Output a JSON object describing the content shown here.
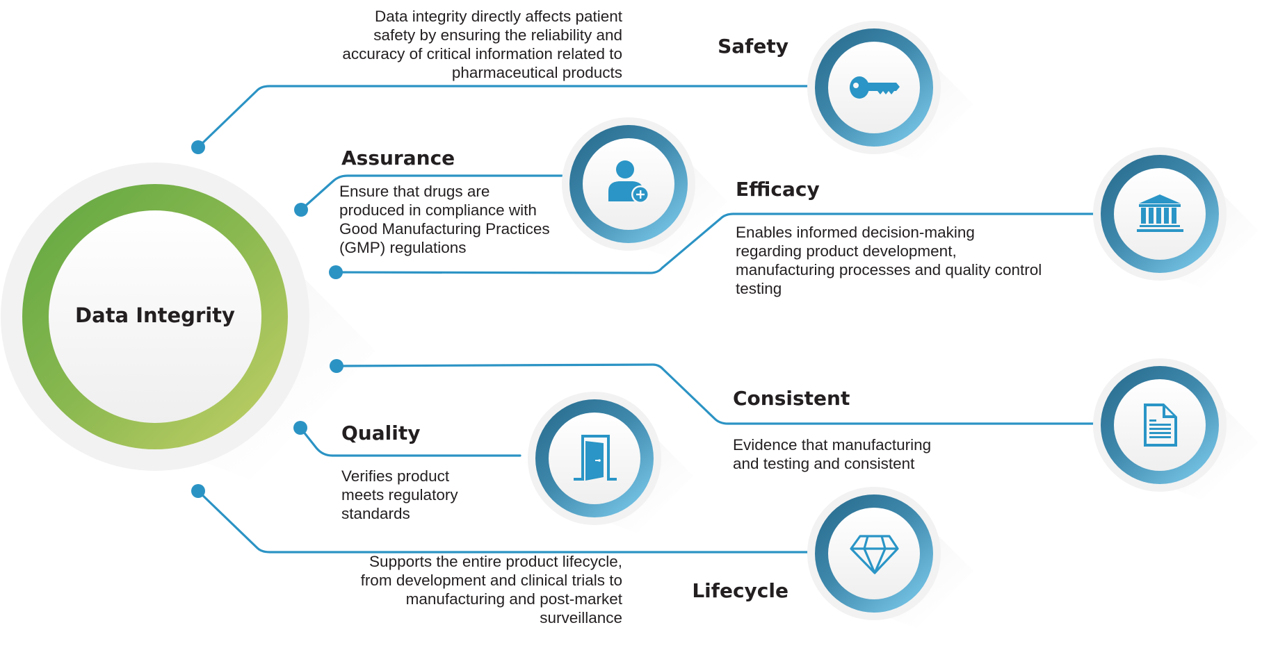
{
  "center": {
    "label": "Data Integrity"
  },
  "colors": {
    "connector": "#2b93c4",
    "icon": "#2a95c6",
    "ring_dark": "#2c7496",
    "ring_light": "#6fbde0",
    "center_ring_dark": "#5ea640",
    "center_ring_light": "#c3cf66",
    "halo": "#f2f2f2",
    "text": "#231f20"
  },
  "nodes": [
    {
      "id": "safety",
      "title": "Safety",
      "icon": "key-icon",
      "description": [
        "Data integrity directly affects patient",
        "safety by ensuring the reliability and",
        "accuracy of critical information related to",
        "pharmaceutical products"
      ]
    },
    {
      "id": "assurance",
      "title": "Assurance",
      "icon": "user-add-icon",
      "description": [
        "Ensure that drugs are",
        "produced in compliance with",
        "Good Manufacturing Practices",
        "(GMP) regulations"
      ]
    },
    {
      "id": "efficacy",
      "title": "Efficacy",
      "icon": "bank-building-icon",
      "description": [
        "Enables informed decision-making",
        "regarding product development,",
        "manufacturing processes and quality control",
        "testing"
      ]
    },
    {
      "id": "consistent",
      "title": "Consistent",
      "icon": "document-icon",
      "description": [
        "Evidence that manufacturing",
        "and testing and consistent"
      ]
    },
    {
      "id": "quality",
      "title": "Quality",
      "icon": "door-icon",
      "description": [
        "Verifies product",
        "meets regulatory",
        "standards"
      ]
    },
    {
      "id": "lifecycle",
      "title": "Lifecycle",
      "icon": "diamond-icon",
      "description": [
        "Supports the entire product lifecycle,",
        "from development and clinical trials to",
        "manufacturing and post-market",
        "surveillance"
      ]
    }
  ]
}
